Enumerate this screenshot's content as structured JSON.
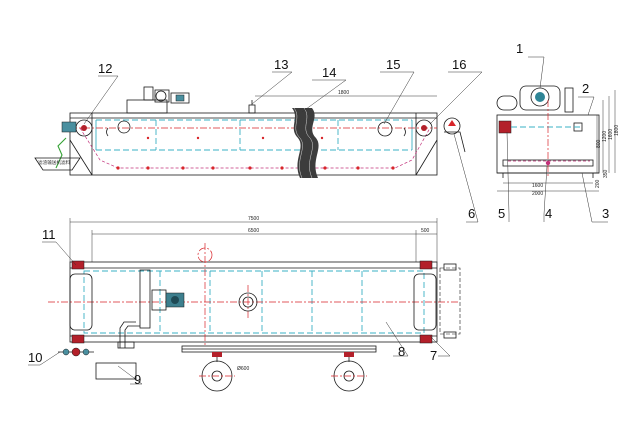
{
  "callouts": {
    "c1": "1",
    "c2": "2",
    "c3": "3",
    "c4": "4",
    "c5": "5",
    "c6": "6",
    "c7": "7",
    "c8": "8",
    "c9": "9",
    "c10": "10",
    "c11": "11",
    "c12": "12",
    "c13": "13",
    "c14": "14",
    "c15": "15",
    "c16": "16"
  },
  "dimensions": {
    "front_top": "1800",
    "plan_total": "7500",
    "plan_inner": "6500",
    "plan_right": "500",
    "side_w1": "1600",
    "side_w2": "2000",
    "side_h1": "800",
    "side_h2": "1200",
    "side_h3": "1600",
    "side_h4": "1800",
    "side_b1": "200",
    "side_b2": "350",
    "wheel_label": "Ø600"
  },
  "notes": {
    "inlet_note": "滤渣输送机滤料"
  },
  "colors": {
    "outline": "#1a1a1a",
    "water_line": "#3ab0c4",
    "center_line": "#d8252a",
    "belt_line": "#c2307a",
    "pipe": "#34a234"
  }
}
